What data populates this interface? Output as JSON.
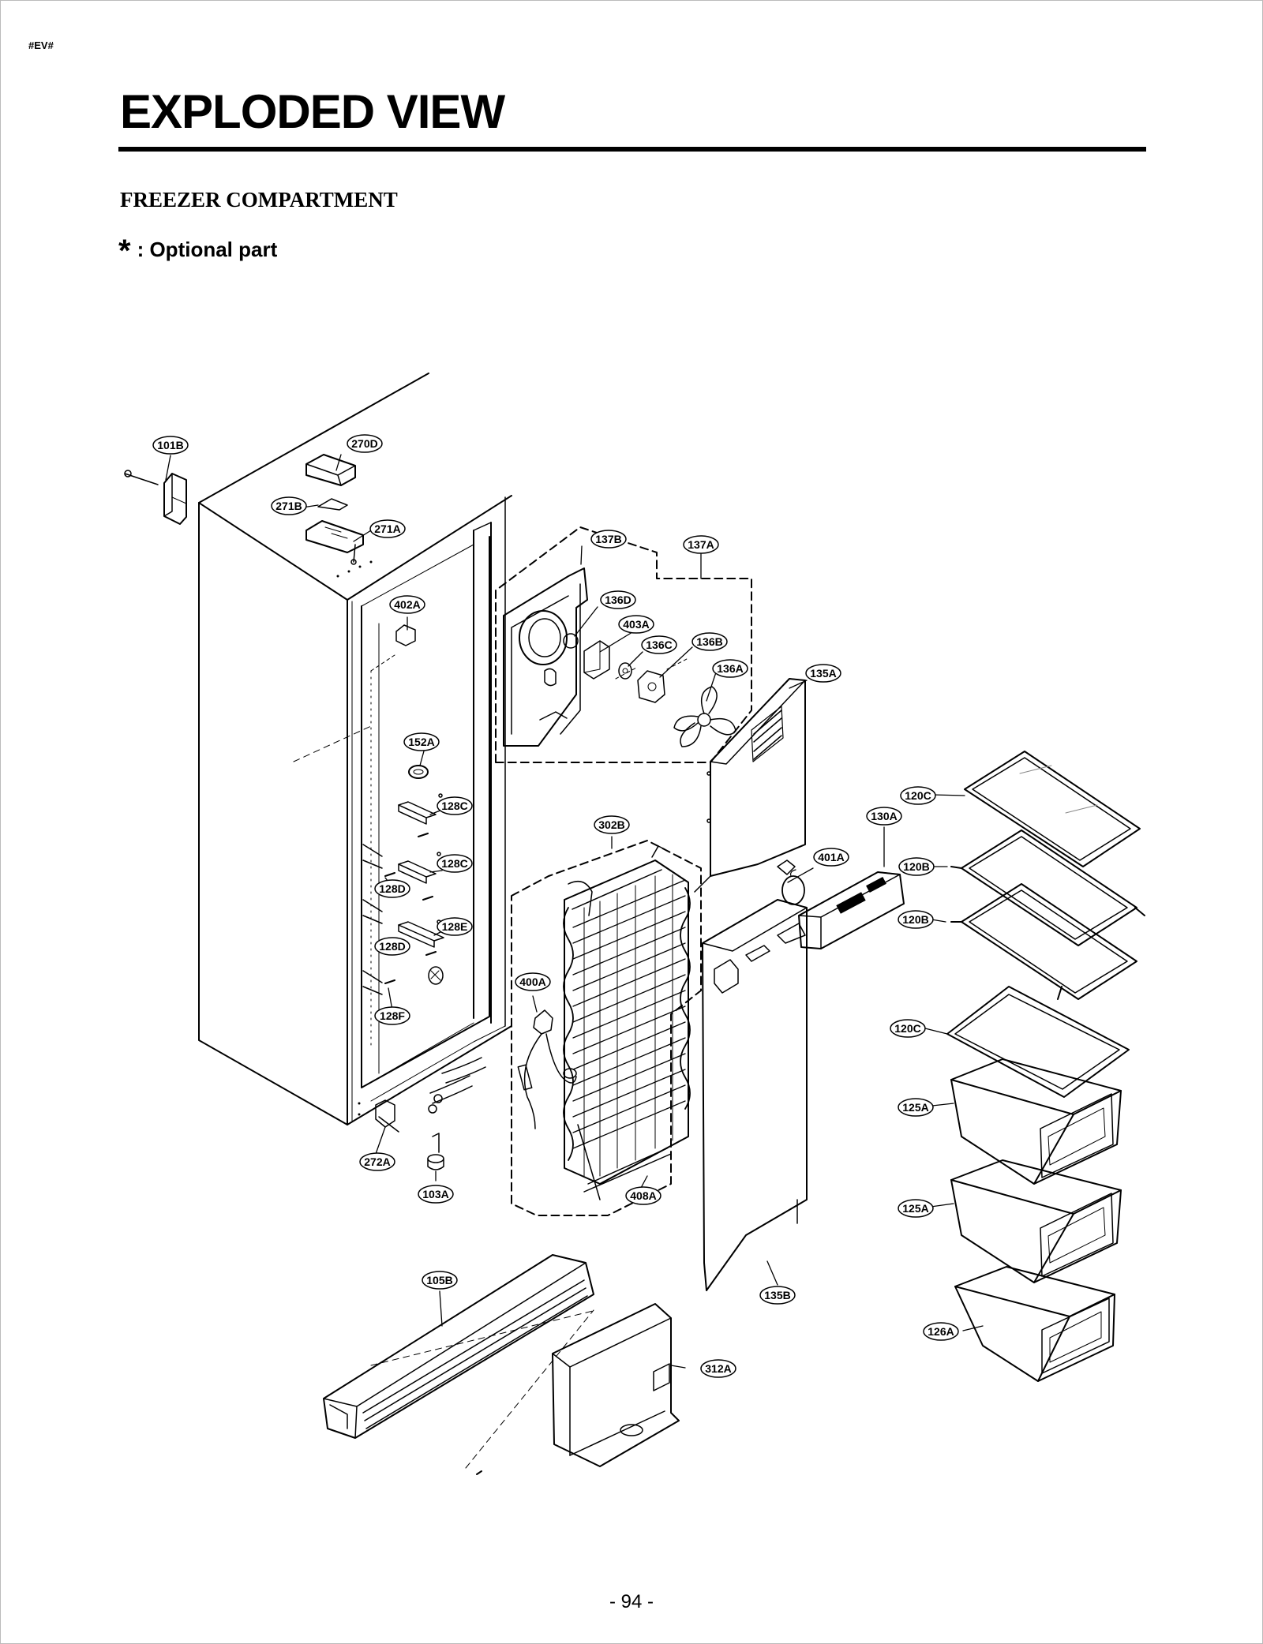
{
  "document": {
    "tag": "#EV#",
    "title": "EXPLODED VIEW",
    "section": "FREEZER COMPARTMENT",
    "legend_symbol": "*",
    "legend_text": ": Optional part",
    "page_number": "- 94 -"
  },
  "callouts": {
    "c101B": "101B",
    "c270D": "270D",
    "c271B": "271B",
    "c271A": "271A",
    "c137B": "137B",
    "c137A": "137A",
    "c402A": "402A",
    "c136D": "136D",
    "c403A": "403A",
    "c136C": "136C",
    "c136B": "136B",
    "c136A": "136A",
    "c135A": "135A",
    "c152A": "152A",
    "c128C_1": "128C",
    "c128C_2": "128C",
    "c128D_1": "128D",
    "c128E": "128E",
    "c128D_2": "128D",
    "c128F": "128F",
    "c302B": "302B",
    "c400A": "400A",
    "c401A": "401A",
    "c130A": "130A",
    "c120C_1": "120C",
    "c120B_1": "120B",
    "c120B_2": "120B",
    "c120C_2": "120C",
    "c125A_1": "125A",
    "c125A_2": "125A",
    "c126A": "126A",
    "c272A": "272A",
    "c103A": "103A",
    "c408A": "408A",
    "c135B": "135B",
    "c105B": "105B",
    "c312A": "312A"
  }
}
